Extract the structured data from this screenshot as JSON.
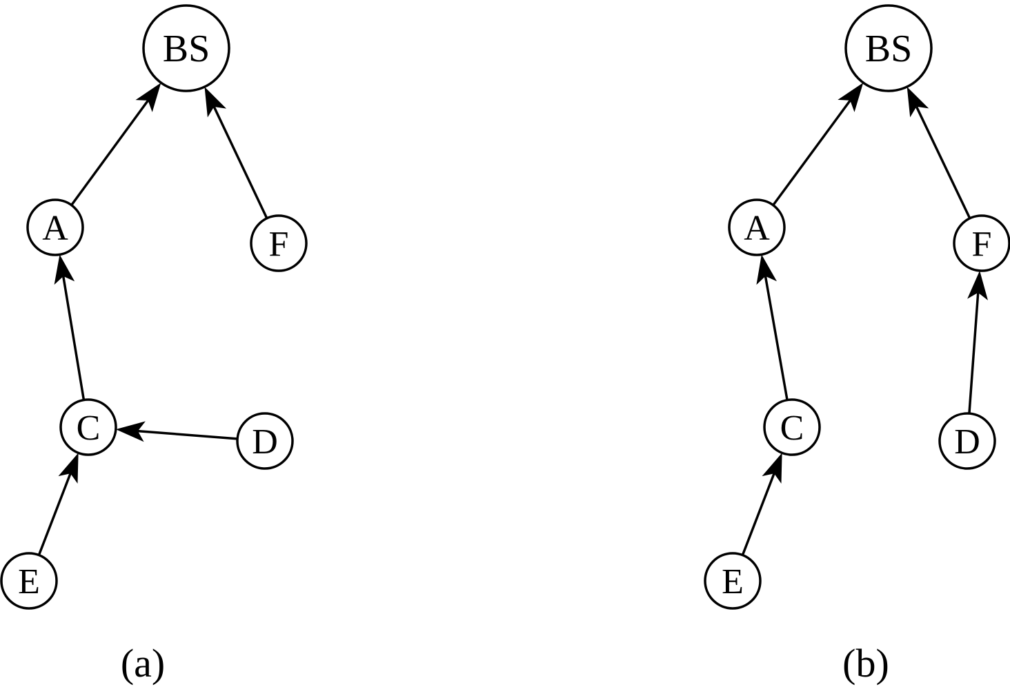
{
  "diagrams": [
    {
      "id": "a",
      "caption": "(a)",
      "nodes": [
        {
          "id": "BS",
          "label": "BS"
        },
        {
          "id": "A",
          "label": "A"
        },
        {
          "id": "F",
          "label": "F"
        },
        {
          "id": "C",
          "label": "C"
        },
        {
          "id": "D",
          "label": "D"
        },
        {
          "id": "E",
          "label": "E"
        }
      ],
      "edges": [
        {
          "from": "A",
          "to": "BS"
        },
        {
          "from": "F",
          "to": "BS"
        },
        {
          "from": "C",
          "to": "A"
        },
        {
          "from": "D",
          "to": "C"
        },
        {
          "from": "E",
          "to": "C"
        }
      ]
    },
    {
      "id": "b",
      "caption": "(b)",
      "nodes": [
        {
          "id": "BS",
          "label": "BS"
        },
        {
          "id": "A",
          "label": "A"
        },
        {
          "id": "F",
          "label": "F"
        },
        {
          "id": "C",
          "label": "C"
        },
        {
          "id": "D",
          "label": "D"
        },
        {
          "id": "E",
          "label": "E"
        }
      ],
      "edges": [
        {
          "from": "A",
          "to": "BS"
        },
        {
          "from": "F",
          "to": "BS"
        },
        {
          "from": "C",
          "to": "A"
        },
        {
          "from": "D",
          "to": "F"
        },
        {
          "from": "E",
          "to": "C"
        }
      ]
    }
  ],
  "colors": {
    "stroke": "#000000",
    "fill": "#ffffff"
  }
}
